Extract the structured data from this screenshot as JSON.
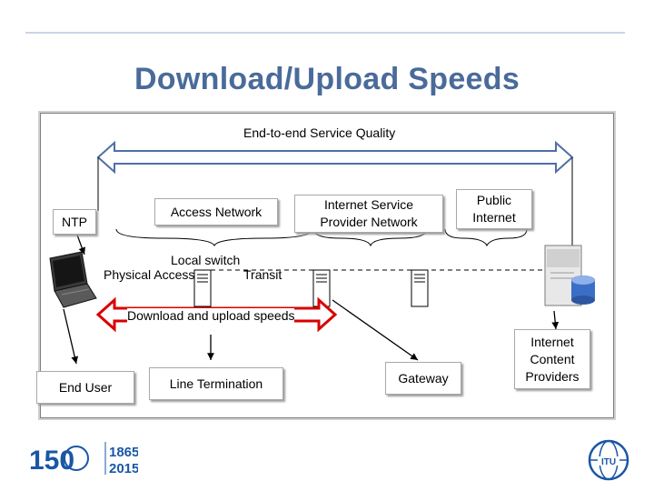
{
  "slide": {
    "title": "Download/Upload Speeds"
  },
  "diagram": {
    "end_to_end_label": "End-to-end Service Quality",
    "download_upload_label": "Download and upload speeds",
    "boxes": {
      "ntp": "NTP",
      "access_network": "Access Network",
      "isp_network": "Internet Service Provider Network",
      "public_internet": "Public Internet",
      "end_user": "End User",
      "line_termination": "Line Termination",
      "gateway": "Gateway",
      "content_providers": "Internet Content Providers"
    },
    "labels": {
      "local_switch": "Local switch",
      "physical_access": "Physical Access",
      "transit": "Transit"
    }
  },
  "logos": {
    "anniversary_number": "150",
    "years_top": "1865",
    "years_bottom": "2015",
    "itu": "ITU"
  },
  "colors": {
    "title": "#4a6b9a",
    "arrow_blue": "#4f6fa6",
    "arrow_red": "#d90000",
    "logo_blue": "#1a56a6"
  }
}
